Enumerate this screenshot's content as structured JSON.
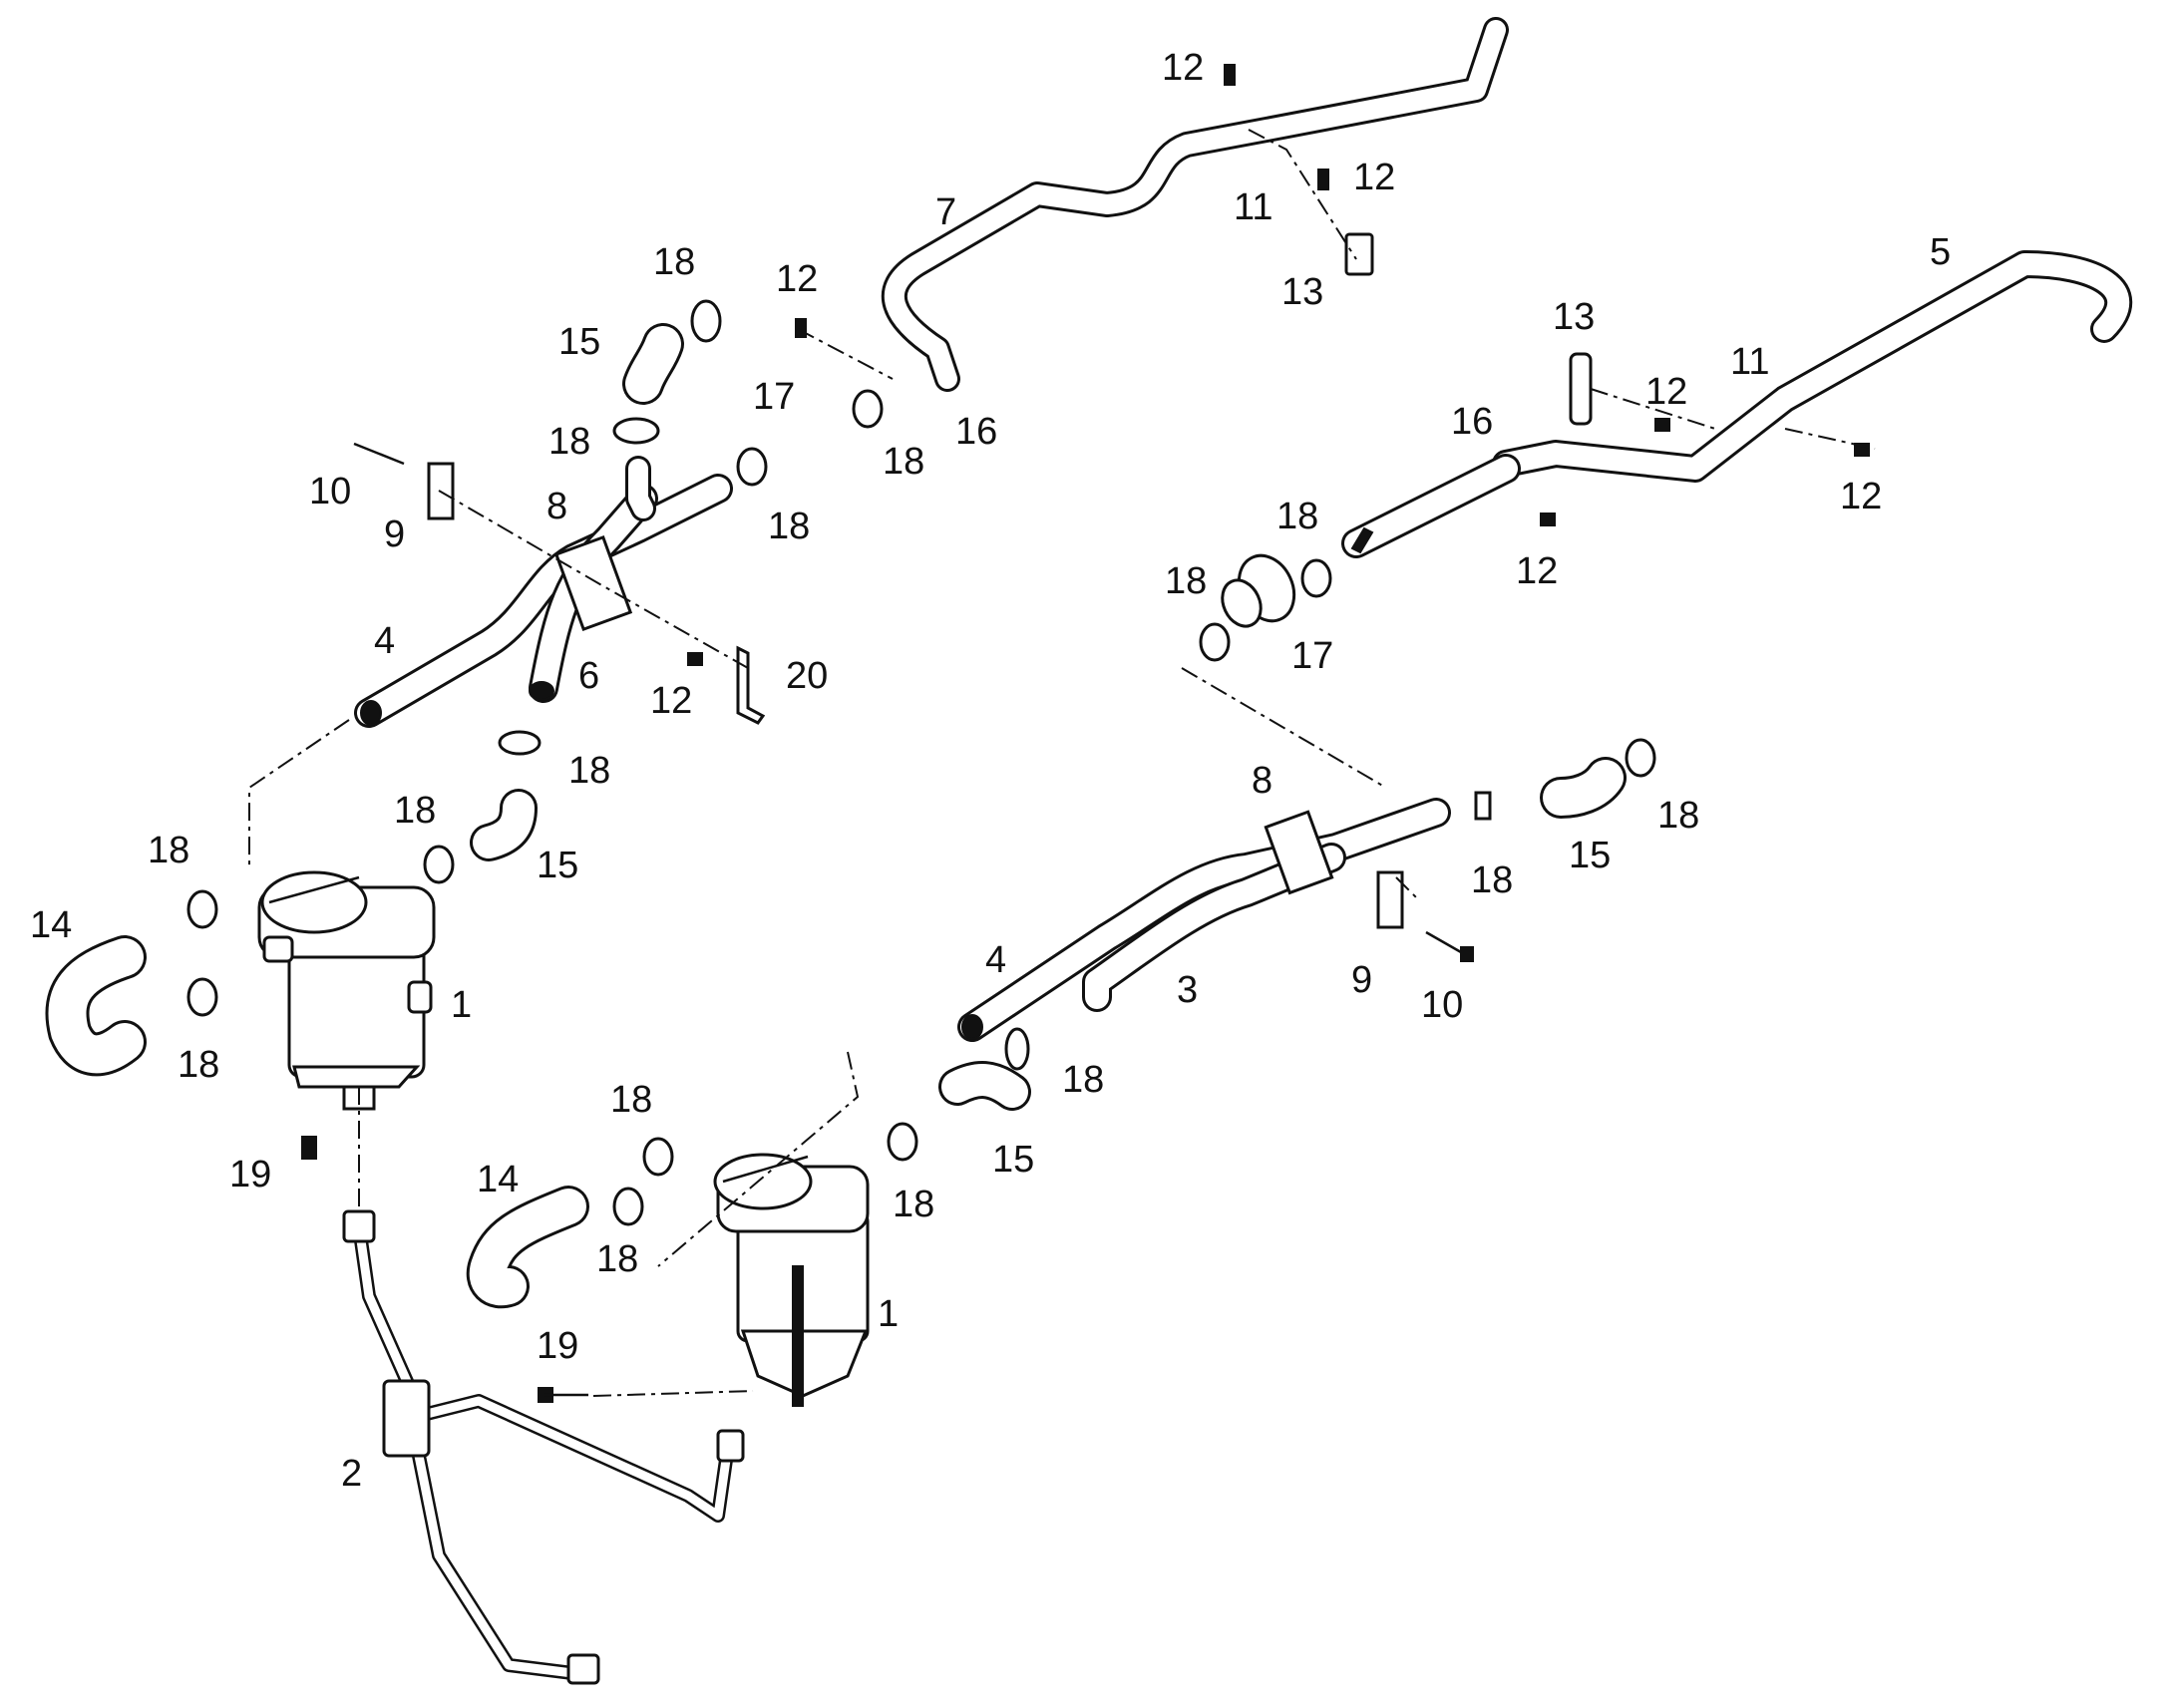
{
  "diagram": {
    "callouts": [
      {
        "id": "c-12-a",
        "text": "12"
      },
      {
        "id": "c-12-b",
        "text": "12"
      },
      {
        "id": "c-11-a",
        "text": "11"
      },
      {
        "id": "c-13-a",
        "text": "13"
      },
      {
        "id": "c-7",
        "text": "7"
      },
      {
        "id": "c-18-a",
        "text": "18"
      },
      {
        "id": "c-12-c",
        "text": "12"
      },
      {
        "id": "c-15-a",
        "text": "15"
      },
      {
        "id": "c-17-a",
        "text": "17"
      },
      {
        "id": "c-18-b",
        "text": "18"
      },
      {
        "id": "c-16-a",
        "text": "16"
      },
      {
        "id": "c-18-c",
        "text": "18"
      },
      {
        "id": "c-10-a",
        "text": "10"
      },
      {
        "id": "c-8-a",
        "text": "8"
      },
      {
        "id": "c-9-a",
        "text": "9"
      },
      {
        "id": "c-18-d",
        "text": "18"
      },
      {
        "id": "c-4-a",
        "text": "4"
      },
      {
        "id": "c-6",
        "text": "6"
      },
      {
        "id": "c-12-d",
        "text": "12"
      },
      {
        "id": "c-20",
        "text": "20"
      },
      {
        "id": "c-18-e",
        "text": "18"
      },
      {
        "id": "c-18-f",
        "text": "18"
      },
      {
        "id": "c-15-b",
        "text": "15"
      },
      {
        "id": "c-18-g",
        "text": "18"
      },
      {
        "id": "c-14-a",
        "text": "14"
      },
      {
        "id": "c-1-a",
        "text": "1"
      },
      {
        "id": "c-18-h",
        "text": "18"
      },
      {
        "id": "c-19-a",
        "text": "19"
      },
      {
        "id": "c-5",
        "text": "5"
      },
      {
        "id": "c-13-b",
        "text": "13"
      },
      {
        "id": "c-11-b",
        "text": "11"
      },
      {
        "id": "c-12-e",
        "text": "12"
      },
      {
        "id": "c-16-b",
        "text": "16"
      },
      {
        "id": "c-12-f",
        "text": "12"
      },
      {
        "id": "c-18-i",
        "text": "18"
      },
      {
        "id": "c-12-g",
        "text": "12"
      },
      {
        "id": "c-18-j",
        "text": "18"
      },
      {
        "id": "c-17-b",
        "text": "17"
      },
      {
        "id": "c-8-b",
        "text": "8"
      },
      {
        "id": "c-18-k",
        "text": "18"
      },
      {
        "id": "c-18-l",
        "text": "18"
      },
      {
        "id": "c-15-c",
        "text": "15"
      },
      {
        "id": "c-4-b",
        "text": "4"
      },
      {
        "id": "c-3",
        "text": "3"
      },
      {
        "id": "c-9-b",
        "text": "9"
      },
      {
        "id": "c-10-b",
        "text": "10"
      },
      {
        "id": "c-18-m",
        "text": "18"
      },
      {
        "id": "c-18-n",
        "text": "18"
      },
      {
        "id": "c-15-d",
        "text": "15"
      },
      {
        "id": "c-14-b",
        "text": "14"
      },
      {
        "id": "c-18-o",
        "text": "18"
      },
      {
        "id": "c-18-p",
        "text": "18"
      },
      {
        "id": "c-1-b",
        "text": "1"
      },
      {
        "id": "c-19-b",
        "text": "19"
      },
      {
        "id": "c-2",
        "text": "2"
      }
    ]
  }
}
